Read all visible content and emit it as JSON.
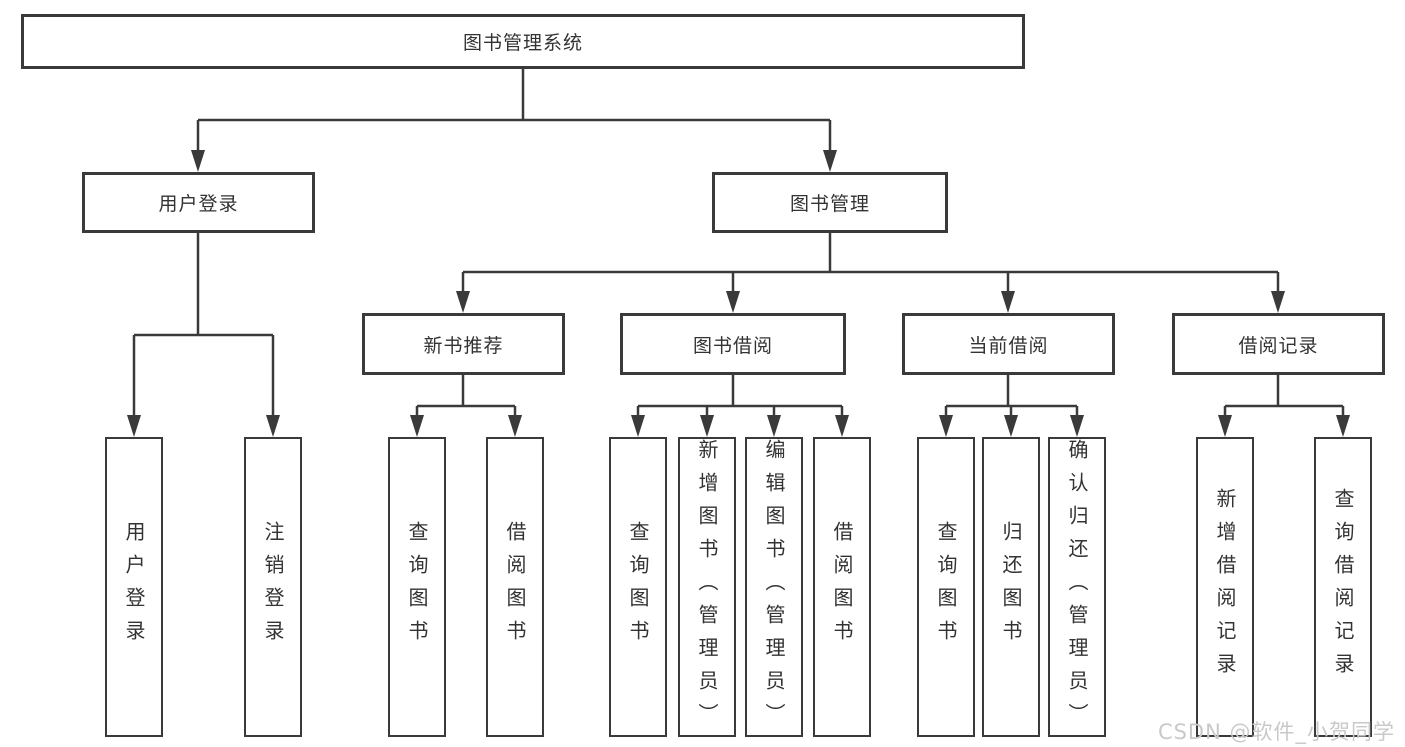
{
  "tree": {
    "root": {
      "label": "图书管理系统"
    },
    "branches": [
      {
        "label": "用户登录",
        "leaves": [
          {
            "label": "用户登录"
          },
          {
            "label": "注销登录"
          }
        ]
      },
      {
        "label": "图书管理",
        "groups": [
          {
            "label": "新书推荐",
            "leaves": [
              {
                "label": "查询图书"
              },
              {
                "label": "借阅图书"
              }
            ]
          },
          {
            "label": "图书借阅",
            "leaves": [
              {
                "label": "查询图书"
              },
              {
                "label": "新增图书（管理员）"
              },
              {
                "label": "编辑图书（管理员）"
              },
              {
                "label": "借阅图书"
              }
            ]
          },
          {
            "label": "当前借阅",
            "leaves": [
              {
                "label": "查询图书"
              },
              {
                "label": "归还图书"
              },
              {
                "label": "确认归还（管理员）"
              }
            ]
          },
          {
            "label": "借阅记录",
            "leaves": [
              {
                "label": "新增借阅记录"
              },
              {
                "label": "查询借阅记录"
              }
            ]
          }
        ]
      }
    ]
  },
  "watermark": {
    "text": "CSDN @软件_小贺同学"
  },
  "colors": {
    "line": "#3a3a3a",
    "box_border": "#3a3a3a",
    "box_background": "#ffffff",
    "text": "#333333",
    "watermark": "#c9c9c9"
  }
}
